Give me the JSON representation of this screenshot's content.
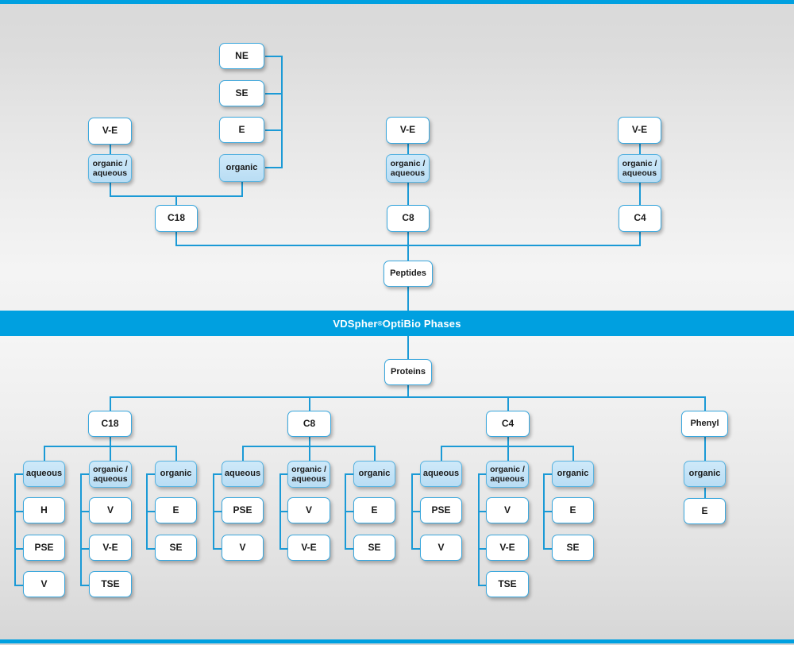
{
  "banner": {
    "brand": "VDSpher",
    "registered": "®",
    "rest": " OptiBio Phases"
  },
  "peptides_section": {
    "root_label": "Peptides",
    "columns": [
      {
        "phase": "C18",
        "left_chain": {
          "top": "V-E",
          "mode": "organic /\naqueous"
        },
        "right_chain": {
          "mode": "organic",
          "items": [
            "NE",
            "SE",
            "E"
          ]
        }
      },
      {
        "phase": "C8",
        "left_chain": {
          "top": "V-E",
          "mode": "organic /\naqueous"
        }
      },
      {
        "phase": "C4",
        "left_chain": {
          "top": "V-E",
          "mode": "organic /\naqueous"
        }
      }
    ]
  },
  "proteins_section": {
    "root_label": "Proteins",
    "columns": [
      {
        "phase": "C18",
        "groups": [
          {
            "mode": "aqueous",
            "items": [
              "H",
              "PSE",
              "V"
            ]
          },
          {
            "mode": "organic /\naqueous",
            "items": [
              "V",
              "V-E",
              "TSE"
            ]
          },
          {
            "mode": "organic",
            "items": [
              "E",
              "SE"
            ]
          }
        ]
      },
      {
        "phase": "C8",
        "groups": [
          {
            "mode": "aqueous",
            "items": [
              "PSE",
              "V"
            ]
          },
          {
            "mode": "organic /\naqueous",
            "items": [
              "V",
              "V-E"
            ]
          },
          {
            "mode": "organic",
            "items": [
              "E",
              "SE"
            ]
          }
        ]
      },
      {
        "phase": "C4",
        "groups": [
          {
            "mode": "aqueous",
            "items": [
              "PSE",
              "V"
            ]
          },
          {
            "mode": "organic /\naqueous",
            "items": [
              "V",
              "V-E",
              "TSE"
            ]
          },
          {
            "mode": "organic",
            "items": [
              "E",
              "SE"
            ]
          }
        ]
      },
      {
        "phase": "Phenyl",
        "groups": [
          {
            "mode": "organic",
            "items": [
              "E"
            ]
          }
        ]
      }
    ]
  },
  "colors": {
    "accent": "#00a0e0",
    "line": "#1b9ad6",
    "node_border": "#3aa7dd",
    "node_fill": "#ffffff",
    "node_fill_blue": "#c3e2f6",
    "text": "#1a1a1a"
  },
  "nodes": {
    "p_c18_ve": "V-E",
    "p_c18_oa": "organic /\naqueous",
    "p_c18_ne": "NE",
    "p_c18_se": "SE",
    "p_c18_e": "E",
    "p_c18_org": "organic",
    "p_c18": "C18",
    "p_c8_ve": "V-E",
    "p_c8_oa": "organic /\naqueous",
    "p_c8": "C8",
    "p_c4_ve": "V-E",
    "p_c4_oa": "organic /\naqueous",
    "p_c4": "C4",
    "peptides": "Peptides",
    "proteins": "Proteins",
    "r_c18": "C18",
    "r_c8": "C8",
    "r_c4": "C4",
    "r_phenyl": "Phenyl",
    "c18_aq": "aqueous",
    "c18_aq_1": "H",
    "c18_aq_2": "PSE",
    "c18_aq_3": "V",
    "c18_oa": "organic /\naqueous",
    "c18_oa_1": "V",
    "c18_oa_2": "V-E",
    "c18_oa_3": "TSE",
    "c18_org": "organic",
    "c18_org_1": "E",
    "c18_org_2": "SE",
    "c8_aq": "aqueous",
    "c8_aq_1": "PSE",
    "c8_aq_2": "V",
    "c8_oa": "organic /\naqueous",
    "c8_oa_1": "V",
    "c8_oa_2": "V-E",
    "c8_org": "organic",
    "c8_org_1": "E",
    "c8_org_2": "SE",
    "c4_aq": "aqueous",
    "c4_aq_1": "PSE",
    "c4_aq_2": "V",
    "c4_oa": "organic /\naqueous",
    "c4_oa_1": "V",
    "c4_oa_2": "V-E",
    "c4_oa_3": "TSE",
    "c4_org": "organic",
    "c4_org_1": "E",
    "c4_org_2": "SE",
    "ph_org": "organic",
    "ph_org_1": "E"
  }
}
